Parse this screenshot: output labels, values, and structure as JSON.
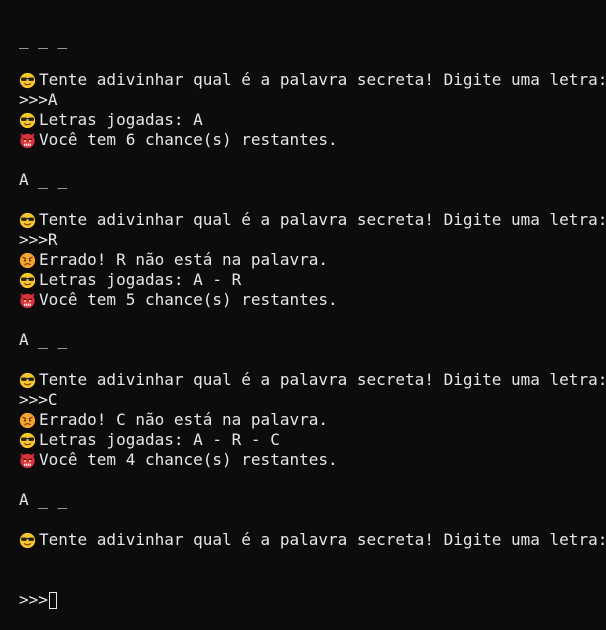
{
  "terminal": {
    "icons": {
      "cool": "sunglasses-face-icon",
      "error": "angry-face-icon",
      "chances": "red-monster-face-icon"
    },
    "lines": [
      {
        "icon": null,
        "text": "_ _ _"
      },
      {
        "icon": null,
        "text": ""
      },
      {
        "icon": "cool",
        "text": "Tente adivinhar qual é a palavra secreta! Digite uma letra:"
      },
      {
        "icon": null,
        "text": ">>>A"
      },
      {
        "icon": "cool",
        "text": "Letras jogadas: A"
      },
      {
        "icon": "chances",
        "text": "Você tem 6 chance(s) restantes."
      },
      {
        "icon": null,
        "text": ""
      },
      {
        "icon": null,
        "text": "A _ _"
      },
      {
        "icon": null,
        "text": ""
      },
      {
        "icon": "cool",
        "text": "Tente adivinhar qual é a palavra secreta! Digite uma letra:"
      },
      {
        "icon": null,
        "text": ">>>R"
      },
      {
        "icon": "error",
        "text": "Errado! R não está na palavra."
      },
      {
        "icon": "cool",
        "text": "Letras jogadas: A - R"
      },
      {
        "icon": "chances",
        "text": "Você tem 5 chance(s) restantes."
      },
      {
        "icon": null,
        "text": ""
      },
      {
        "icon": null,
        "text": "A _ _"
      },
      {
        "icon": null,
        "text": ""
      },
      {
        "icon": "cool",
        "text": "Tente adivinhar qual é a palavra secreta! Digite uma letra:"
      },
      {
        "icon": null,
        "text": ">>>C"
      },
      {
        "icon": "error",
        "text": "Errado! C não está na palavra."
      },
      {
        "icon": "cool",
        "text": "Letras jogadas: A - R - C"
      },
      {
        "icon": "chances",
        "text": "Você tem 4 chance(s) restantes."
      },
      {
        "icon": null,
        "text": ""
      },
      {
        "icon": null,
        "text": "A _ _"
      },
      {
        "icon": null,
        "text": ""
      },
      {
        "icon": "cool",
        "text": "Tente adivinhar qual é a palavra secreta! Digite uma letra:"
      }
    ],
    "prompt": ">>>",
    "input_value": ""
  },
  "colors": {
    "background": "#0c0c0c",
    "text": "#e6e6e6",
    "emoji_yellow": "#f7c531",
    "emoji_red": "#d9303e"
  }
}
